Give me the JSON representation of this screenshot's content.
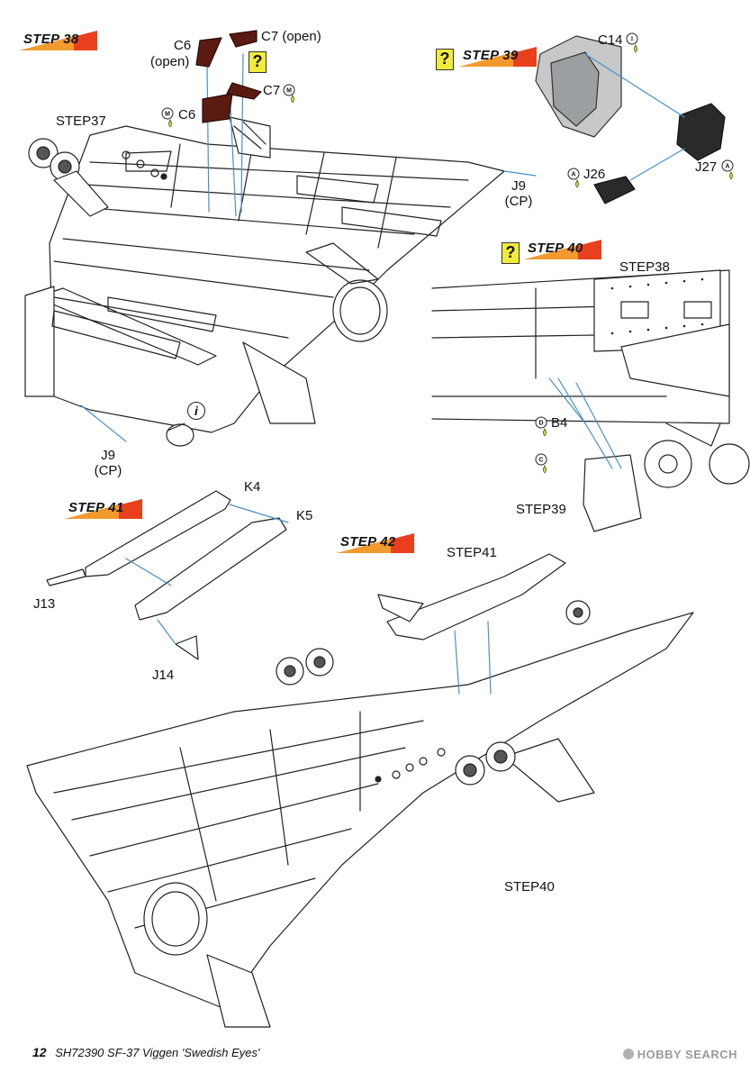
{
  "footer": {
    "page_number": "12",
    "caption": "SH72390  SF-37 Viggen 'Swedish Eyes'"
  },
  "watermark": "HOBBY SEARCH",
  "steps": {
    "s38": {
      "title": "STEP 38",
      "labels": {
        "c6_open_top": "C6",
        "c6_open_sub": "(open)",
        "c7_open": "C7 (open)",
        "c7": "C7",
        "c6": "C6",
        "step37": "STEP37",
        "j9_right": "J9",
        "j9_right_sub": "(CP)",
        "j9_left": "J9",
        "j9_left_sub": "(CP)"
      }
    },
    "s39": {
      "title": "STEP 39",
      "labels": {
        "c14": "C14",
        "j26": "J26",
        "j27": "J27"
      }
    },
    "s40": {
      "title": "STEP 40",
      "labels": {
        "step38": "STEP38",
        "b4": "B4",
        "step39": "STEP39"
      }
    },
    "s41": {
      "title": "STEP 41",
      "labels": {
        "k4": "K4",
        "k5": "K5",
        "j13": "J13",
        "j14": "J14"
      }
    },
    "s42": {
      "title": "STEP 42",
      "labels": {
        "step41": "STEP41",
        "step40": "STEP40"
      }
    }
  },
  "icons": {
    "question": "?",
    "info": "i",
    "markers": {
      "m": "M",
      "i": "I",
      "a": "A",
      "d": "D",
      "c": "C"
    }
  },
  "colors": {
    "badge_red": "#e8401c",
    "badge_orange": "#f29a2e",
    "question_yellow": "#f1ec3a",
    "cement_green": "#cfe04a",
    "part_dark": "#5a1b12"
  }
}
